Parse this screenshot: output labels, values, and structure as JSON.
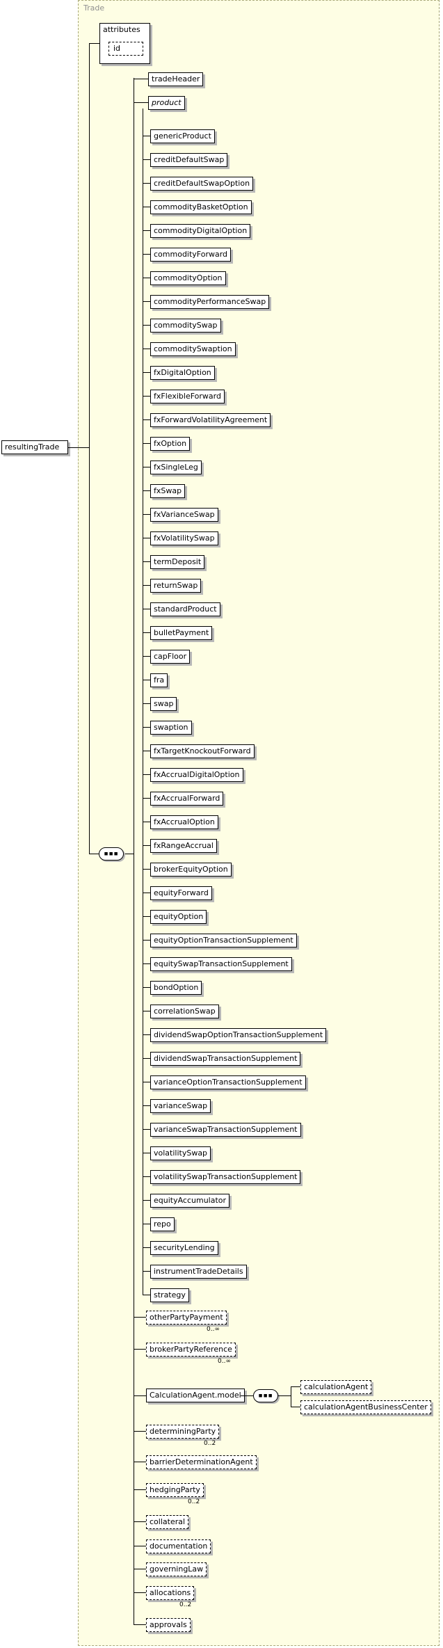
{
  "diagram": {
    "type_name": "Trade",
    "root": {
      "label": "resultingTrade"
    },
    "attributes": {
      "title": "attributes",
      "items": [
        "id"
      ]
    },
    "header": {
      "label": "tradeHeader"
    },
    "product_group": {
      "label": "product"
    },
    "products": [
      "genericProduct",
      "creditDefaultSwap",
      "creditDefaultSwapOption",
      "commodityBasketOption",
      "commodityDigitalOption",
      "commodityForward",
      "commodityOption",
      "commodityPerformanceSwap",
      "commoditySwap",
      "commoditySwaption",
      "fxDigitalOption",
      "fxFlexibleForward",
      "fxForwardVolatilityAgreement",
      "fxOption",
      "fxSingleLeg",
      "fxSwap",
      "fxVarianceSwap",
      "fxVolatilitySwap",
      "termDeposit",
      "returnSwap",
      "standardProduct",
      "bulletPayment",
      "capFloor",
      "fra",
      "swap",
      "swaption",
      "fxTargetKnockoutForward",
      "fxAccrualDigitalOption",
      "fxAccrualForward",
      "fxAccrualOption",
      "fxRangeAccrual",
      "brokerEquityOption",
      "equityForward",
      "equityOption",
      "equityOptionTransactionSupplement",
      "equitySwapTransactionSupplement",
      "bondOption",
      "correlationSwap",
      "dividendSwapOptionTransactionSupplement",
      "dividendSwapTransactionSupplement",
      "varianceOptionTransactionSupplement",
      "varianceSwap",
      "varianceSwapTransactionSupplement",
      "volatilitySwap",
      "volatilitySwapTransactionSupplement",
      "equityAccumulator",
      "repo",
      "securityLending",
      "instrumentTradeDetails",
      "strategy"
    ],
    "elements_after": [
      {
        "label": "otherPartyPayment",
        "mult": "0..∞"
      },
      {
        "label": "brokerPartyReference",
        "mult": "0..∞"
      }
    ],
    "calc_agent": {
      "label": "CalculationAgent.model",
      "choices": [
        "calculationAgent",
        "calculationAgentBusinessCenter"
      ]
    },
    "elements_tail": [
      {
        "label": "determiningParty",
        "mult": "0..2"
      },
      {
        "label": "barrierDeterminationAgent",
        "mult": ""
      },
      {
        "label": "hedgingParty",
        "mult": "0..2"
      },
      {
        "label": "collateral",
        "mult": ""
      },
      {
        "label": "documentation",
        "mult": ""
      },
      {
        "label": "governingLaw",
        "mult": ""
      },
      {
        "label": "allocations",
        "mult": "0..2"
      },
      {
        "label": "approvals",
        "mult": ""
      }
    ]
  }
}
